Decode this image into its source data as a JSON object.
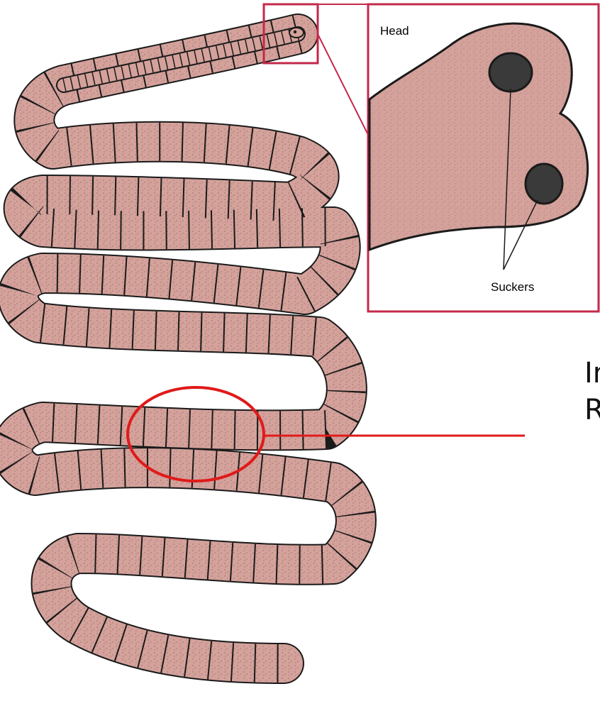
{
  "diagram": {
    "inset": {
      "title": "Head",
      "callout": "Suckers"
    },
    "cut_text": {
      "line1": "In",
      "line2": "R"
    },
    "colors": {
      "body_fill": "#d4a19b",
      "outline": "#1a1a1a",
      "highlight_box": "#c4284a",
      "circle": "#e01a1a",
      "sucker_fill": "#3a3a3a"
    }
  }
}
